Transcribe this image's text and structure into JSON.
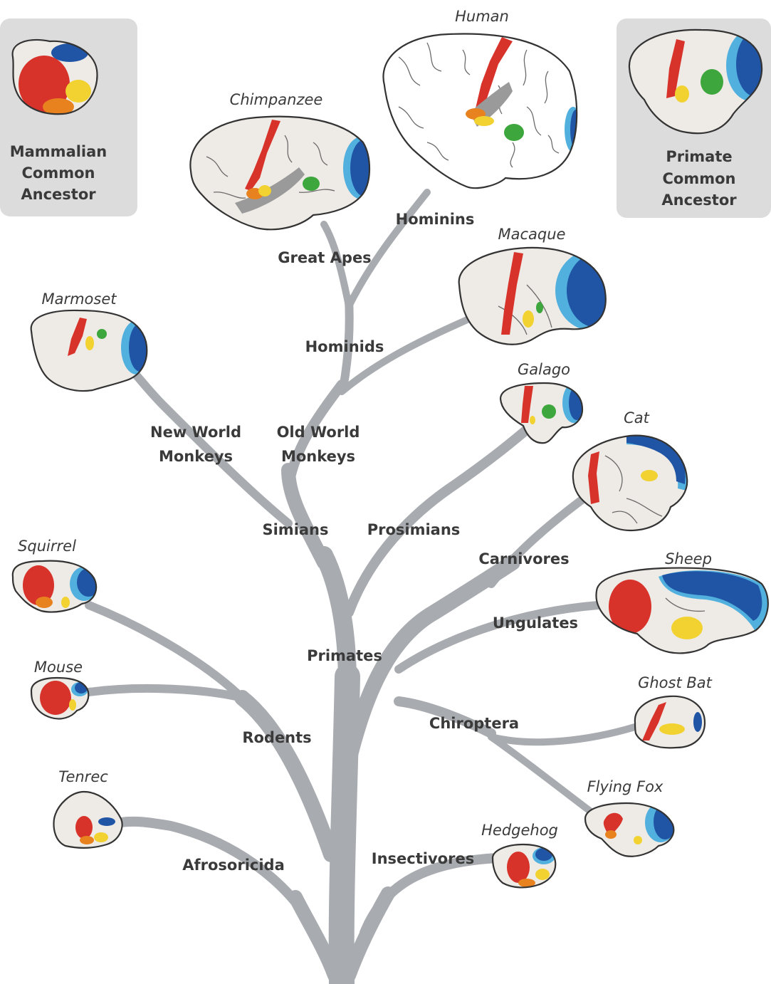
{
  "colors": {
    "branch": "#a8abaf",
    "background_box": "#dcdcdc",
    "motor_red": "#d7332b",
    "somato_orange": "#e8821f",
    "auditory_yellow": "#f2d230",
    "visual_dark_blue": "#2055a6",
    "visual_light_blue": "#52b0de",
    "green_area": "#3da63d",
    "gray_area": "#9a9a9a",
    "brain_fill": "#eeeae5"
  },
  "ancestors": [
    {
      "id": "mammalian",
      "lines": [
        "Mammalian",
        "Common",
        "Ancestor"
      ]
    },
    {
      "id": "primate",
      "lines": [
        "Primate",
        "Common",
        "Ancestor"
      ]
    }
  ],
  "species": {
    "human": "Human",
    "chimpanzee": "Chimpanzee",
    "macaque": "Macaque",
    "marmoset": "Marmoset",
    "galago": "Galago",
    "cat": "Cat",
    "squirrel": "Squirrel",
    "sheep": "Sheep",
    "mouse": "Mouse",
    "ghost_bat": "Ghost Bat",
    "tenrec": "Tenrec",
    "flying_fox": "Flying Fox",
    "hedgehog": "Hedgehog"
  },
  "clades": {
    "hominins": "Hominins",
    "great_apes": "Great Apes",
    "hominids": "Hominids",
    "new_world_1": "New World",
    "new_world_2": "Monkeys",
    "old_world_1": "Old World",
    "old_world_2": "Monkeys",
    "simians": "Simians",
    "prosimians": "Prosimians",
    "carnivores": "Carnivores",
    "ungulates": "Ungulates",
    "primates": "Primates",
    "chiroptera": "Chiroptera",
    "rodents": "Rodents",
    "afrosoricida": "Afrosoricida",
    "insectivores": "Insectivores"
  }
}
